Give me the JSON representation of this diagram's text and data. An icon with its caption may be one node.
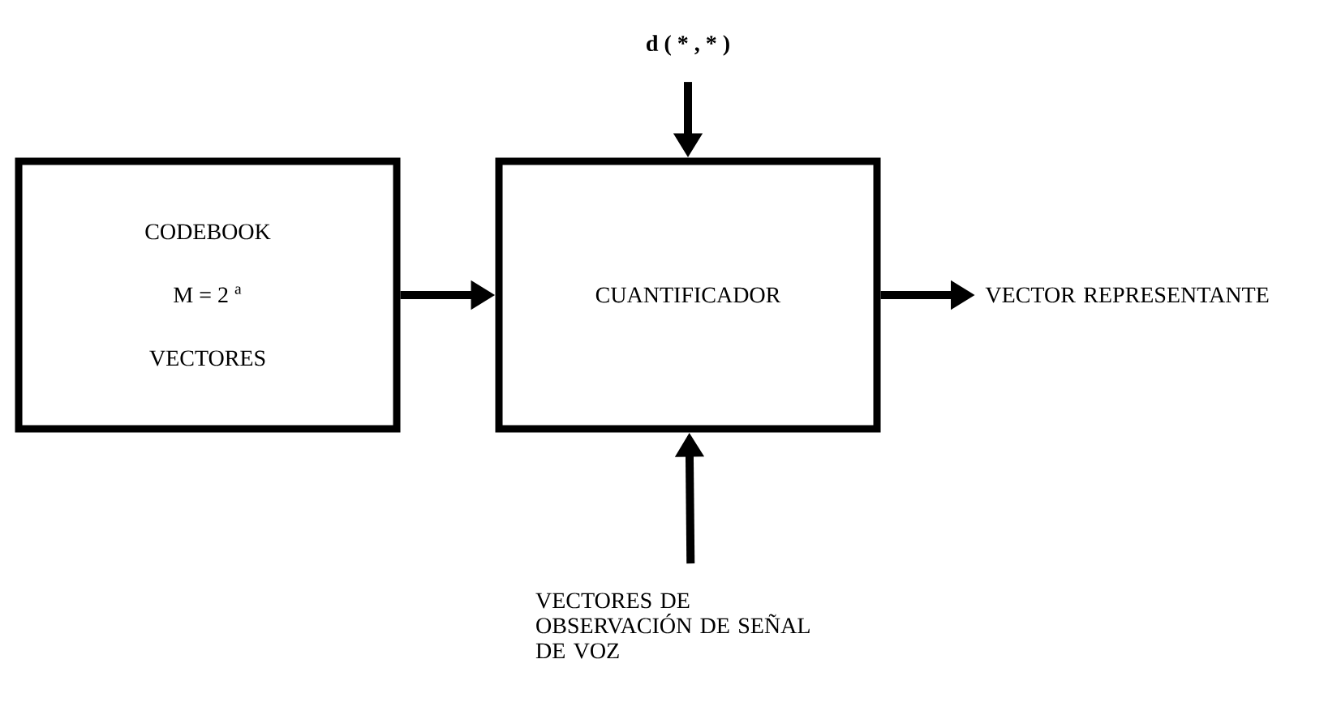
{
  "diagram": {
    "nodes": [
      {
        "text": [
          "CODEBOOK",
          "M = 2 $^{a}$",
          "VECTORES"
        ]
      },
      {
        "text": [
          "CUANTIFICADOR"
        ]
      },
      {
        "text": [
          "d ( * , * )"
        ]
      },
      {
        "text": [
          "VECTOR REPRESENTANTE"
        ]
      },
      {
        "text": [
          "VECTORES DE OBSERVACIÓN DE SEÑAL DE VOZ"
        ]
      }
    ],
    "edges": [
      {
        "from": 0,
        "to": 1,
        "arrow": "to"
      },
      {
        "from": 2,
        "to": 1,
        "arrow": "to"
      },
      {
        "from": 1,
        "to": 3,
        "arrow": "to"
      },
      {
        "from": 4,
        "to": 1,
        "arrow": "to"
      }
    ]
  }
}
